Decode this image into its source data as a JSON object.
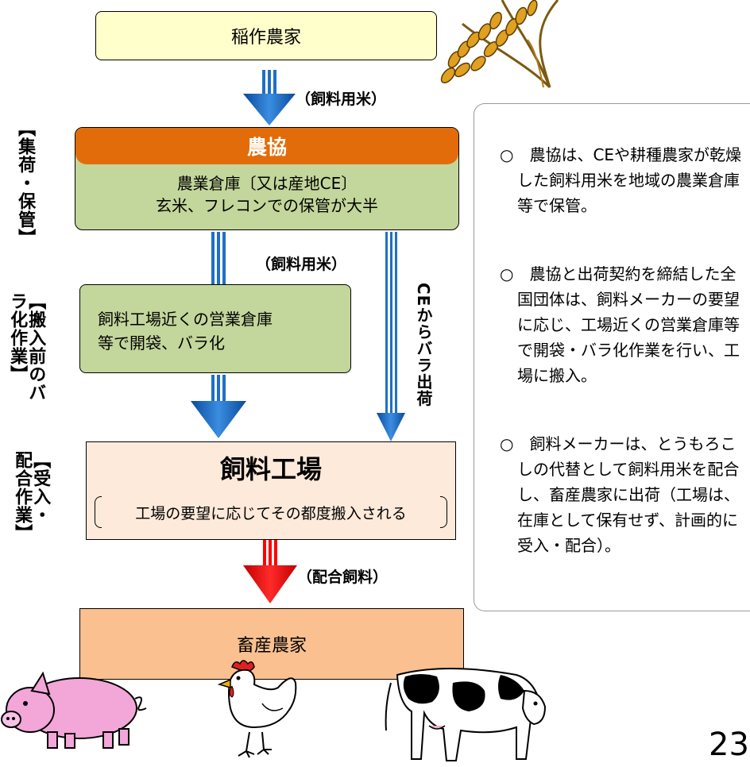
{
  "nodes": {
    "rice_farmer": "稲作農家",
    "ja_header": "農協",
    "ja_line1": "農業倉庫〔又は産地CE〕",
    "ja_line2": "玄米、フレコンでの保管が大半",
    "warehouse_line1": "飼料工場近くの営業倉庫",
    "warehouse_line2": "等で開袋、バラ化",
    "feed_factory_title": "飼料工場",
    "feed_factory_note": "工場の要望に応じてその都度搬入される",
    "livestock_farmer": "畜産農家"
  },
  "flows": {
    "feed_rice_1": "（飼料用米）",
    "feed_rice_2": "（飼料用米）",
    "ce_bulk": "CEからバラ出荷",
    "compound_feed": "（配合飼料）"
  },
  "stages": {
    "collection": "【集荷・保管】",
    "bulk": "【搬入前のバラ化作業】",
    "receiving": "【受入・配合作業】"
  },
  "notes": [
    "○　農協は、CEや耕種農家が乾燥した飼料用米を地域の農業倉庫等で保管。",
    "○　農協と出荷契約を締結した全国団体は、飼料メーカーの要望に応じ、工場近くの営業倉庫等で開袋・バラ化作業を行い、工場に搬入。",
    "○　飼料メーカーは、とうもろこしの代替として飼料用米を配合し、畜産農家に出荷（工場は、在庫として保有せず、計画的に受入・配合）。"
  ],
  "page_number": "23",
  "colors": {
    "rice_box": "#ffffcc",
    "ja_header": "#e36c0a",
    "green_box": "#c3d69b",
    "factory_box": "#fdeada",
    "livestock_box": "#fac090",
    "blue_arrow": "#1f6fc8",
    "red_arrow": "#ff0000"
  },
  "icons": [
    "rice-plant-icon",
    "pig-icon",
    "chicken-icon",
    "cow-icon"
  ]
}
